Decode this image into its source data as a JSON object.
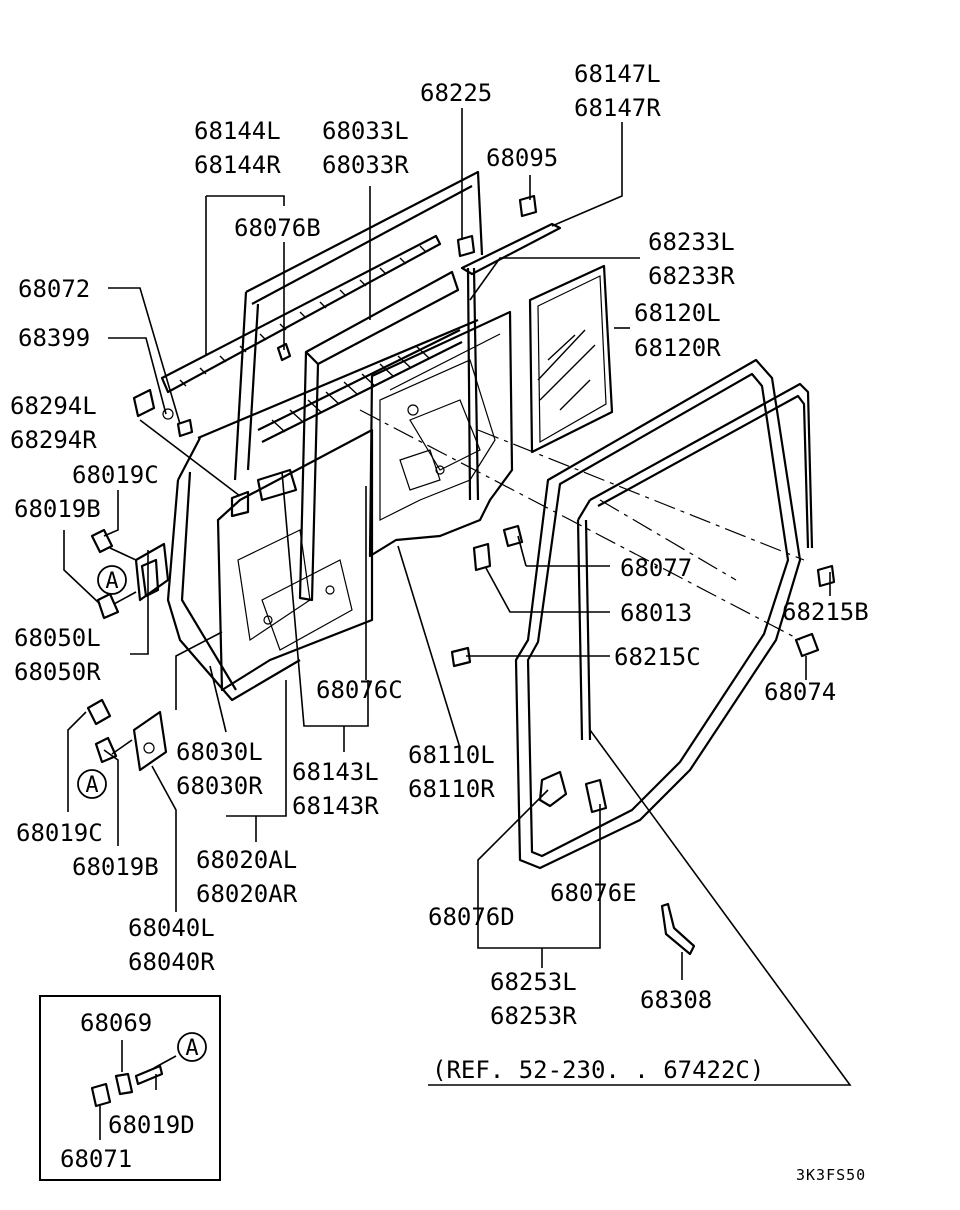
{
  "labels": {
    "p68225": "68225",
    "p68147L": "68147L",
    "p68147R": "68147R",
    "p68144L": "68144L",
    "p68144R": "68144R",
    "p68033L": "68033L",
    "p68033R": "68033R",
    "p68095": "68095",
    "p68076B": "68076B",
    "p68233L": "68233L",
    "p68233R": "68233R",
    "p68072": "68072",
    "p68120L": "68120L",
    "p68120R": "68120R",
    "p68399": "68399",
    "p68294L": "68294L",
    "p68294R": "68294R",
    "p68019C_top": "68019C",
    "p68019B_top": "68019B",
    "p68077": "68077",
    "p68215B": "68215B",
    "p68013": "68013",
    "p68050L": "68050L",
    "p68050R": "68050R",
    "p68215C": "68215C",
    "p68074": "68074",
    "p68076C": "68076C",
    "p68030L": "68030L",
    "p68030R": "68030R",
    "p68143L": "68143L",
    "p68143R": "68143R",
    "p68110L": "68110L",
    "p68110R": "68110R",
    "p68019C_bot": "68019C",
    "p68019B_bot": "68019B",
    "p68020AL": "68020AL",
    "p68020AR": "68020AR",
    "p68076D": "68076D",
    "p68076E": "68076E",
    "p68040L": "68040L",
    "p68040R": "68040R",
    "p68253L": "68253L",
    "p68253R": "68253R",
    "p68308": "68308",
    "p68069": "68069",
    "p68019D": "68019D",
    "p68071": "68071"
  },
  "callouts": {
    "a1": "A",
    "a2": "A",
    "a3": "A"
  },
  "reference_note": "(REF. 52-230. . 67422C)",
  "drawing_code": "3K3FS50"
}
